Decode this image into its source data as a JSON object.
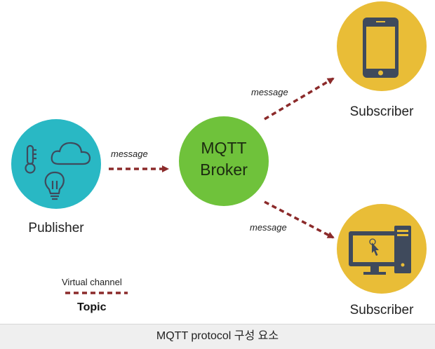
{
  "nodes": {
    "publisher": {
      "label": "Publisher",
      "color": "#29b8c4"
    },
    "broker": {
      "line1": "MQTT",
      "line2": "Broker",
      "color": "#6fc23b"
    },
    "subscriber_top": {
      "label": "Subscriber",
      "color": "#e9bd37"
    },
    "subscriber_bottom": {
      "label": "Subscriber",
      "color": "#e9bd37"
    }
  },
  "edges": [
    {
      "from": "publisher",
      "to": "broker",
      "label": "message"
    },
    {
      "from": "broker",
      "to": "subscriber_top",
      "label": "message"
    },
    {
      "from": "broker",
      "to": "subscriber_bottom",
      "label": "message"
    }
  ],
  "icons": {
    "publisher": [
      "thermometer-icon",
      "cloud-icon",
      "lightbulb-icon"
    ],
    "subscriber_top": "smartphone-icon",
    "subscriber_bottom": "desktop-computer-icon"
  },
  "legend": {
    "title": "Virtual channel",
    "label": "Topic",
    "line_color": "#8b2a2a"
  },
  "caption": "MQTT protocol 구성 요소",
  "colors": {
    "arrow": "#8b2a2a",
    "icon_stroke": "#3f4a5c"
  }
}
